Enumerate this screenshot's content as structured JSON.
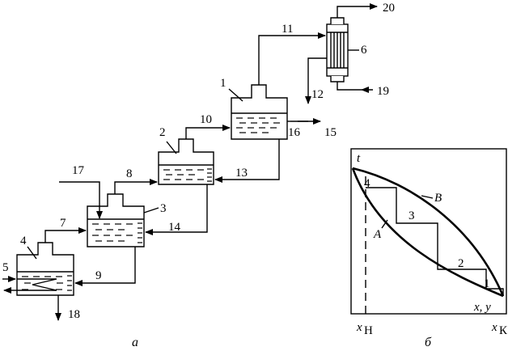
{
  "scheme": {
    "vessels": [
      "1",
      "2",
      "3",
      "4"
    ],
    "condenser": "6",
    "streams": [
      "5",
      "7",
      "8",
      "9",
      "10",
      "11",
      "12",
      "13",
      "14",
      "15",
      "16",
      "17",
      "18",
      "19",
      "20"
    ],
    "caption": "а"
  },
  "graph": {
    "axis_t": "t",
    "axis_xy": "x, y",
    "x_start_label": "x",
    "x_start_sub": "Н",
    "x_end_label": "x",
    "x_end_sub": "К",
    "curve_a": "A",
    "curve_b": "B",
    "steps": [
      "1",
      "2",
      "3",
      "4"
    ],
    "caption": "б"
  }
}
